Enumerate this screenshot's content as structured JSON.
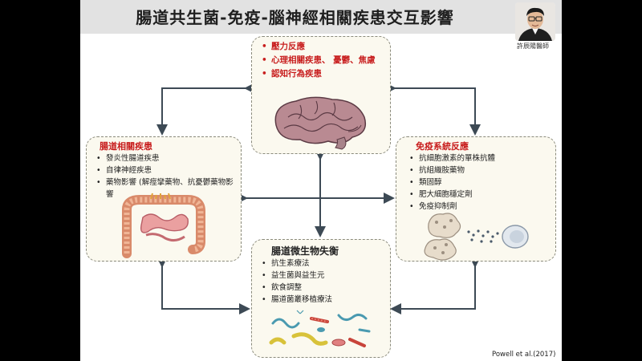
{
  "slide": {
    "title": "腸道共生菌-免疫-腦神經相關疾患交互影響",
    "author": "許辰陽醫師",
    "citation": "Powell et al.(2017)"
  },
  "boxes": {
    "brain": {
      "items": [
        "壓力反應",
        "心理相關疾患、 憂鬱、焦慮",
        "認知行為疾患"
      ]
    },
    "gut_disease": {
      "heading": "腸道相關疾患",
      "items": [
        "發炎性腸道疾患",
        "自律神經疾患",
        "藥物影響 (解痙攣藥物、抗憂鬱藥物影響"
      ]
    },
    "immune": {
      "heading": "免疫系統反應",
      "items": [
        "抗細胞激素的單株抗體",
        "抗組織胺藥物",
        "類固醇",
        "肥大細胞穩定劑",
        "免疫抑制劑"
      ]
    },
    "microbiome": {
      "heading": "腸道微生物失衡",
      "items": [
        "抗生素療法",
        "益生菌與益生元",
        "飲食調整",
        "腸道菌叢移植療法"
      ]
    }
  },
  "icons": [
    "portrait-icon",
    "brain-icon",
    "intestine-icon",
    "immune-cells-icon",
    "bacteria-icon"
  ],
  "colors": {
    "heading_red": "#c81e1e",
    "box_fill": "#fbf9ef",
    "arrow": "#3d4a55"
  }
}
